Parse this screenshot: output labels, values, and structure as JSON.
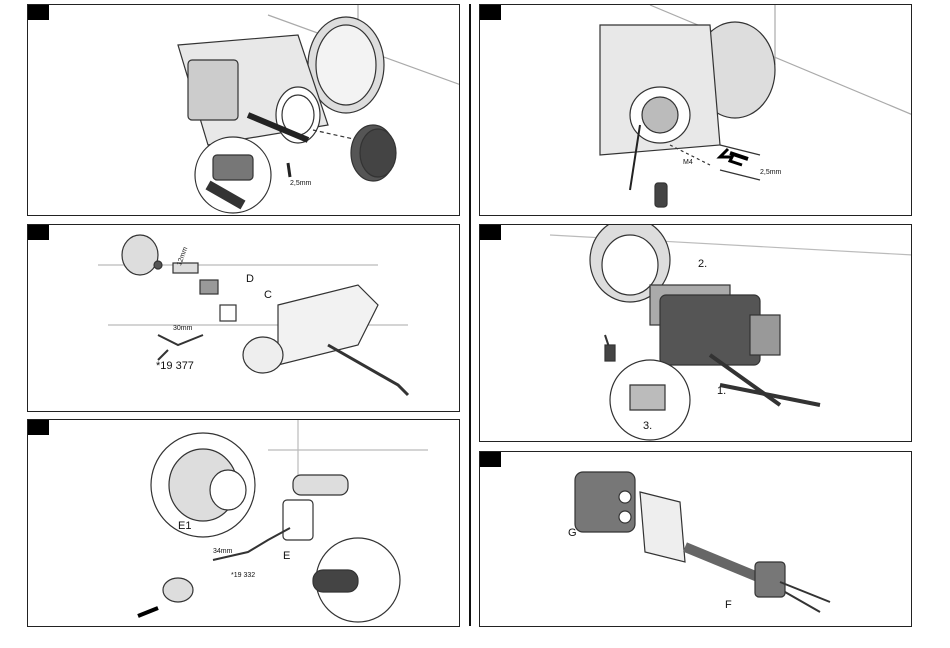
{
  "panels": {
    "p1": {
      "label_dim": "2,5mm"
    },
    "p2": {
      "label_dim": "2,5mm",
      "label_screw": "M4"
    },
    "p3": {
      "label_d": "D",
      "label_c": "C",
      "label_12mm": "12mm",
      "label_30mm": "30mm",
      "label_part": "*19 377"
    },
    "p4": {
      "label_step2": "2.",
      "label_step1": "1.",
      "label_step3": "3."
    },
    "p5": {
      "label_e1": "E1",
      "label_e": "E",
      "label_34mm": "34mm",
      "label_part": "*19 332"
    },
    "p6": {
      "label_g": "G",
      "label_f": "F"
    }
  }
}
